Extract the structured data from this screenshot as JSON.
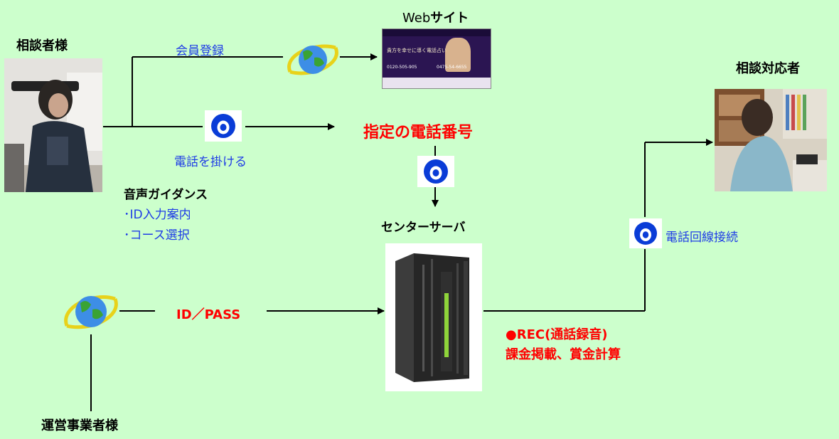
{
  "nodes": {
    "consultee": "相談者様",
    "website_prefix": "Web",
    "website_suffix": "サイト",
    "responder": "相談対応者",
    "phone_number": "指定の電話番号",
    "center_server": "センターサーバ",
    "operator": "運営事業者様"
  },
  "edges": {
    "member_registration": "会員登録",
    "make_call": "電話を掛ける",
    "line_connection": "電話回線接続",
    "id_pass": "ID／PASS"
  },
  "guidance": {
    "title": "音声ガイダンス",
    "items": [
      "･ID入力案内",
      "･コース選択"
    ]
  },
  "server_notes": {
    "line1": "●REC(通話録音)",
    "line2": "課金掲載、賞金計算"
  },
  "website_banner": {
    "headline": "貴方を幸せに導く電話占い",
    "phone1": "0120-505-905",
    "phone2": "0475-54-6655"
  },
  "colors": {
    "background": "#ccffcc",
    "arrow": "#000000",
    "label_blue": "#1e3ce6",
    "label_red": "#ff0000",
    "phone_icon": "#0a3cd7"
  }
}
